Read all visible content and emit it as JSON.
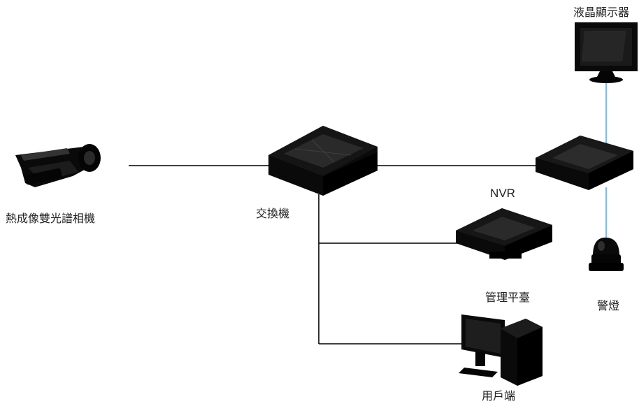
{
  "diagram": {
    "nodes": {
      "camera": {
        "label": "熱成像雙光譜相機",
        "icon": "thermal-bullet-camera-icon"
      },
      "switch": {
        "label": "交換機",
        "icon": "network-switch-icon"
      },
      "nvr": {
        "label": "NVR",
        "icon": "nvr-recorder-icon"
      },
      "management": {
        "label": "管理平臺",
        "icon": "management-server-icon"
      },
      "client": {
        "label": "用戶端",
        "icon": "desktop-pc-icon"
      },
      "monitor": {
        "label": "液晶顯示器",
        "icon": "lcd-monitor-icon"
      },
      "decoder": {
        "label": "",
        "icon": "decoder-box-icon"
      },
      "alarm": {
        "label": "警燈",
        "icon": "alarm-light-icon"
      }
    },
    "colors": {
      "network_line": "#000000",
      "video_line": "#4a9fd8",
      "device_body": "#0a0a0a",
      "device_highlight": "#3a3a3a"
    }
  }
}
